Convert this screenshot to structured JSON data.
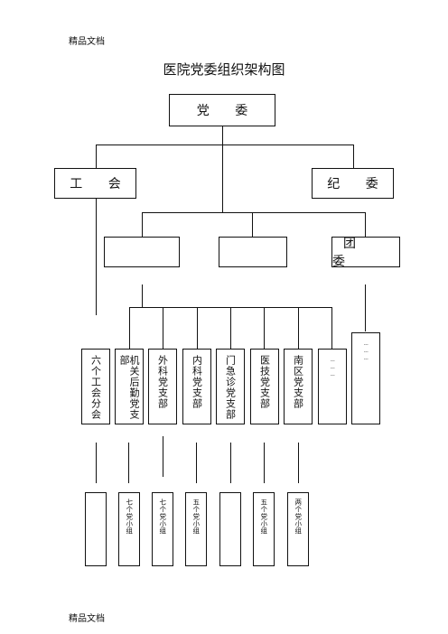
{
  "header": {
    "top_text": "精品文档"
  },
  "footer": {
    "bottom_text": "精品文档"
  },
  "title": "医院党委组织架构图",
  "nodes": {
    "party_committee": "党 委",
    "labor_union": "工 会",
    "discipline_committee": "纪 委",
    "blank_mid_left": "",
    "blank_mid_center": "",
    "youth_league": "团 委"
  },
  "branches": [
    {
      "label": "六个工会分会"
    },
    {
      "label": "机关后勤党支部"
    },
    {
      "label": "外科党支部"
    },
    {
      "label": "内科党支部"
    },
    {
      "label": "门急诊党支部"
    },
    {
      "label": "医技党支部"
    },
    {
      "label": "南区党支部"
    },
    {
      "label": "﹍﹍﹍"
    },
    {
      "label": "﹍﹍﹍"
    }
  ],
  "groups": [
    {
      "label": ""
    },
    {
      "label": "七个党小组"
    },
    {
      "label": "七个党小组"
    },
    {
      "label": "五个党小组"
    },
    {
      "label": ""
    },
    {
      "label": "五个党小组"
    },
    {
      "label": "两个党小组"
    }
  ]
}
